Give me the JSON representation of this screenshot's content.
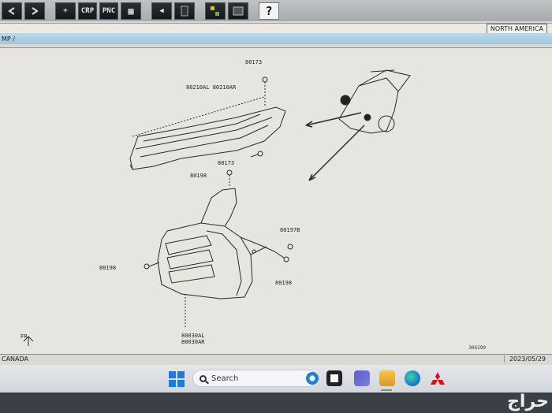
{
  "toolbar": {
    "buttons": [
      {
        "name": "back-button",
        "label": ""
      },
      {
        "name": "forward-button",
        "label": ""
      },
      {
        "name": "add-button",
        "label": "+"
      },
      {
        "name": "crp-button",
        "label": "CRP"
      },
      {
        "name": "pnc-button",
        "label": "PNC"
      },
      {
        "name": "grid-button",
        "label": "▦"
      },
      {
        "name": "prev-button",
        "label": "◀"
      },
      {
        "name": "page-button",
        "label": ""
      },
      {
        "name": "parts-button",
        "label": ""
      },
      {
        "name": "image-button",
        "label": ""
      },
      {
        "name": "help-button",
        "label": "?"
      }
    ]
  },
  "header": {
    "breadcrumb": "MP /",
    "region": "NORTH AMERICA"
  },
  "diagram": {
    "labels": {
      "p80173_top": "80173",
      "p80210": "80210AL\n80210AR",
      "p80173_mid": "80173",
      "p80198_top": "80198",
      "p80197": "80197B",
      "p80198_left": "80198",
      "p80198_right": "80198",
      "p80030": "80030AL\n80030AR"
    },
    "fr": "FR",
    "ref": "306299"
  },
  "status": {
    "left": "CANADA",
    "date": "2023/05/29"
  },
  "taskbar": {
    "search_placeholder": "Search"
  },
  "watermark": "حراج",
  "colors": {
    "accent": "#1f7ae0",
    "band": "#9ec8e0"
  }
}
